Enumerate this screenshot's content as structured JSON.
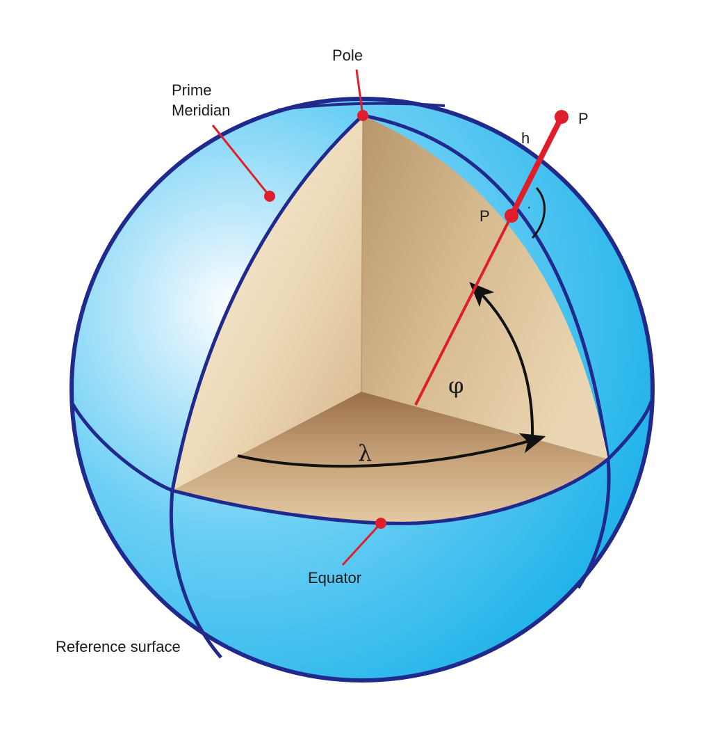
{
  "labels": {
    "pole": "Pole",
    "prime_meridian_line1": "Prime",
    "prime_meridian_line2": "Meridian",
    "point_outer": "P",
    "height": "h",
    "point_surface": "P",
    "right_angle_dot": "·",
    "latitude": "φ",
    "longitude": "λ",
    "equator": "Equator",
    "reference_surface": "Reference surface"
  },
  "colors": {
    "sphere_outline": "#1f2a8c",
    "sphere_light": "#e8f6ff",
    "sphere_mid": "#5cc4ef",
    "sphere_dark": "#1aa6e0",
    "cutaway_light": "#f6edd6",
    "cutaway_mid": "#d9bf95",
    "cutaway_dark": "#a0774f",
    "marker_red": "#e01e2b",
    "arc_black": "#111111"
  }
}
